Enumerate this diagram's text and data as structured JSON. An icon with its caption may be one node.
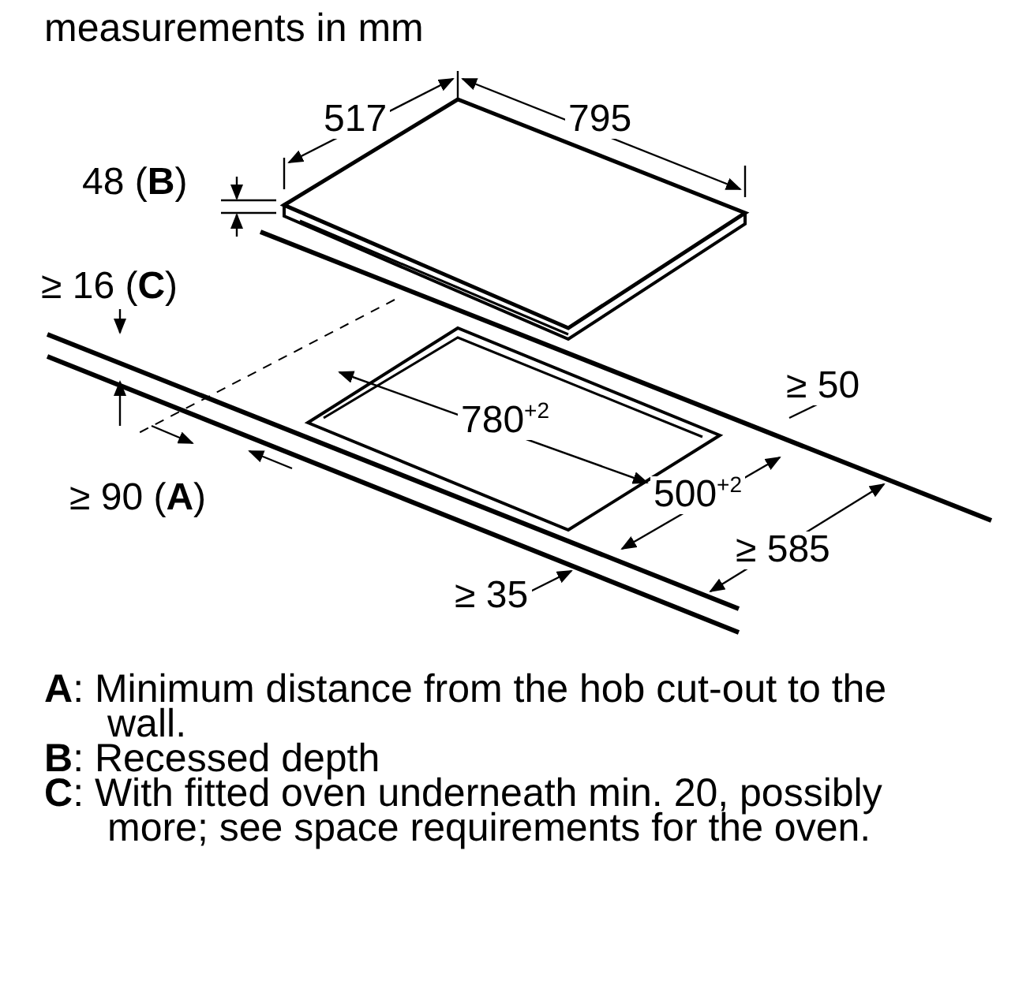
{
  "diagram": {
    "title": "measurements in mm",
    "labels": [
      "517",
      "795",
      "48 (**B**)",
      "≥ 16 (**C**)",
      "≥ 50",
      "780$^{+2}$",
      "≥ 90 (**A**)",
      "500$^{+2}$",
      "≥ 585",
      "≥ 35",
      "**A**: Minimum distance from the hob cut-out to the wall.",
      "**B**: Recessed depth",
      "**C**: With fitted oven underneath min. 20, possibly more; see space requirements for the oven."
    ]
  }
}
